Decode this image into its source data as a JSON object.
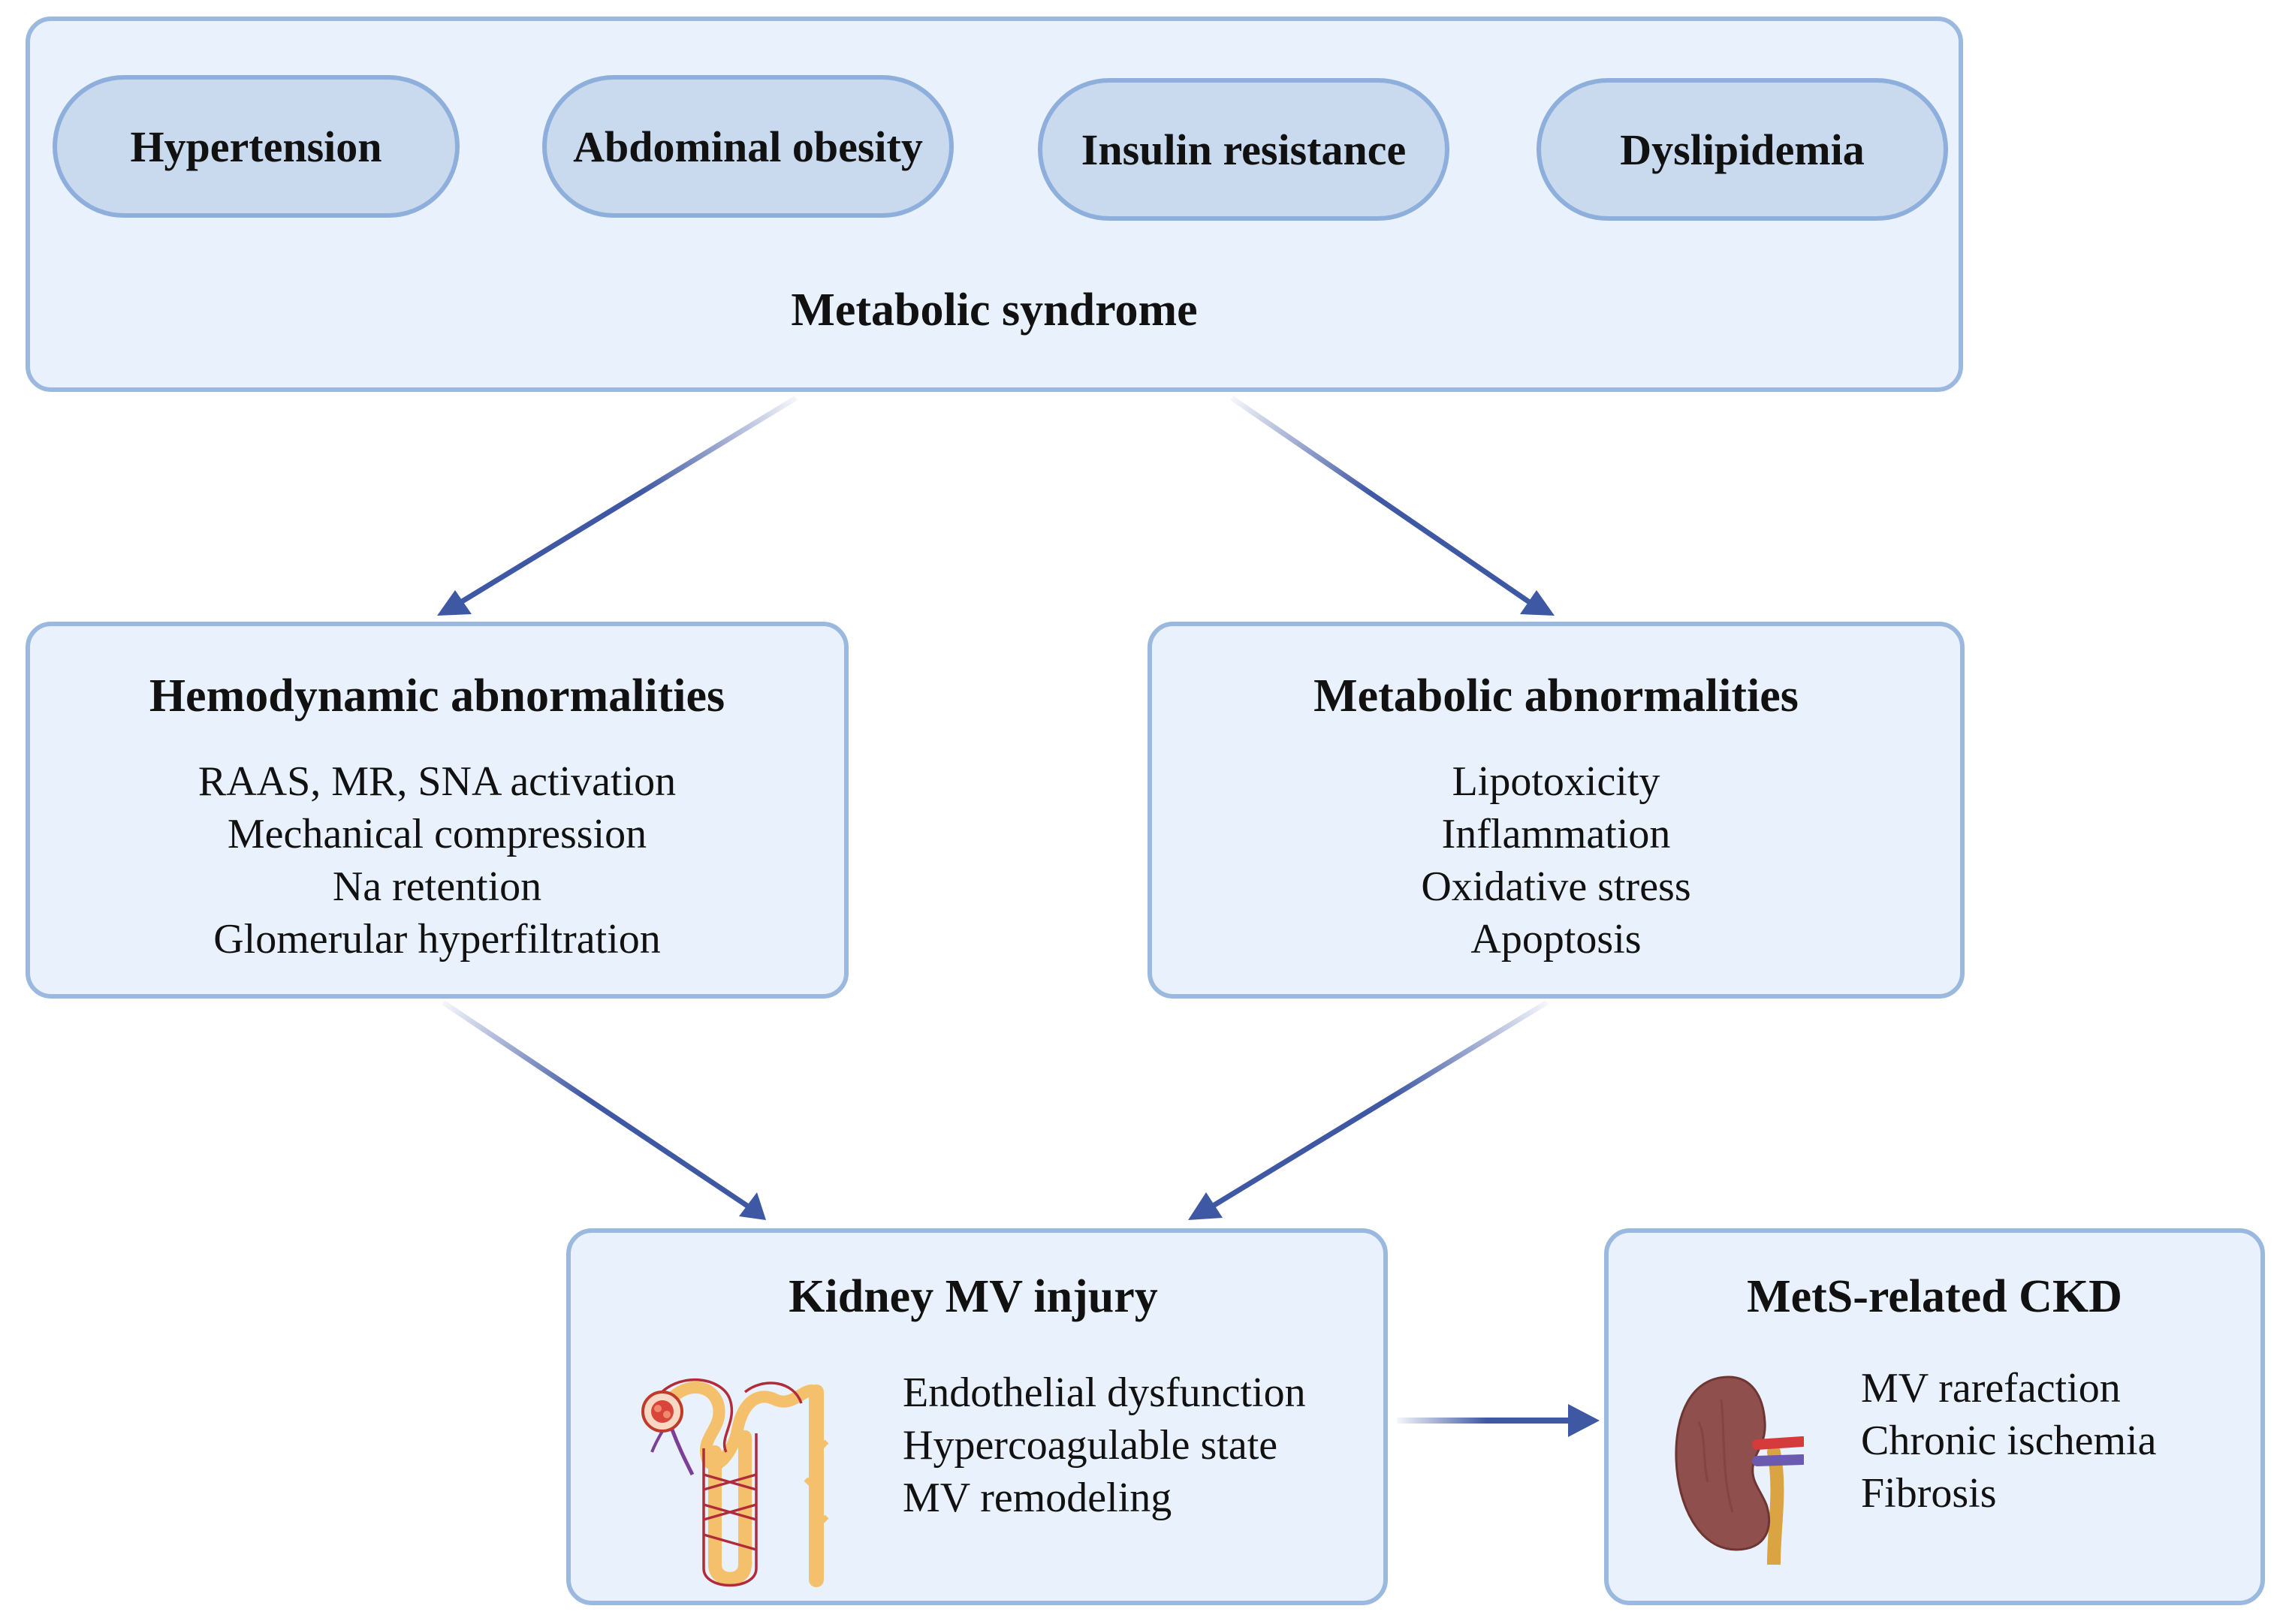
{
  "metabolic_syndrome": {
    "title": "Metabolic syndrome",
    "components": [
      "Hypertension",
      "Abdominal obesity",
      "Insulin resistance",
      "Dyslipidemia"
    ]
  },
  "hemodynamic": {
    "title": "Hemodynamic abnormalities",
    "items": [
      "RAAS, MR, SNA activation",
      "Mechanical compression",
      "Na retention",
      "Glomerular hyperfiltration"
    ]
  },
  "metabolic": {
    "title": "Metabolic abnormalities",
    "items": [
      "Lipotoxicity",
      "Inflammation",
      "Oxidative stress",
      "Apoptosis"
    ]
  },
  "kidney_mv_injury": {
    "title": "Kidney MV injury",
    "items": [
      "Endothelial dysfunction",
      "Hypercoagulable state",
      "MV remodeling"
    ],
    "icon": "nephron-icon"
  },
  "mets_ckd": {
    "title": "MetS-related CKD",
    "items": [
      "MV rarefaction",
      "Chronic ischemia",
      "Fibrosis"
    ],
    "icon": "kidney-icon"
  },
  "colors": {
    "box_fill": "#e9f2fc",
    "box_border": "#9bb8df",
    "pill_fill": "#c9d9ee",
    "arrow": "#3f58a3"
  }
}
